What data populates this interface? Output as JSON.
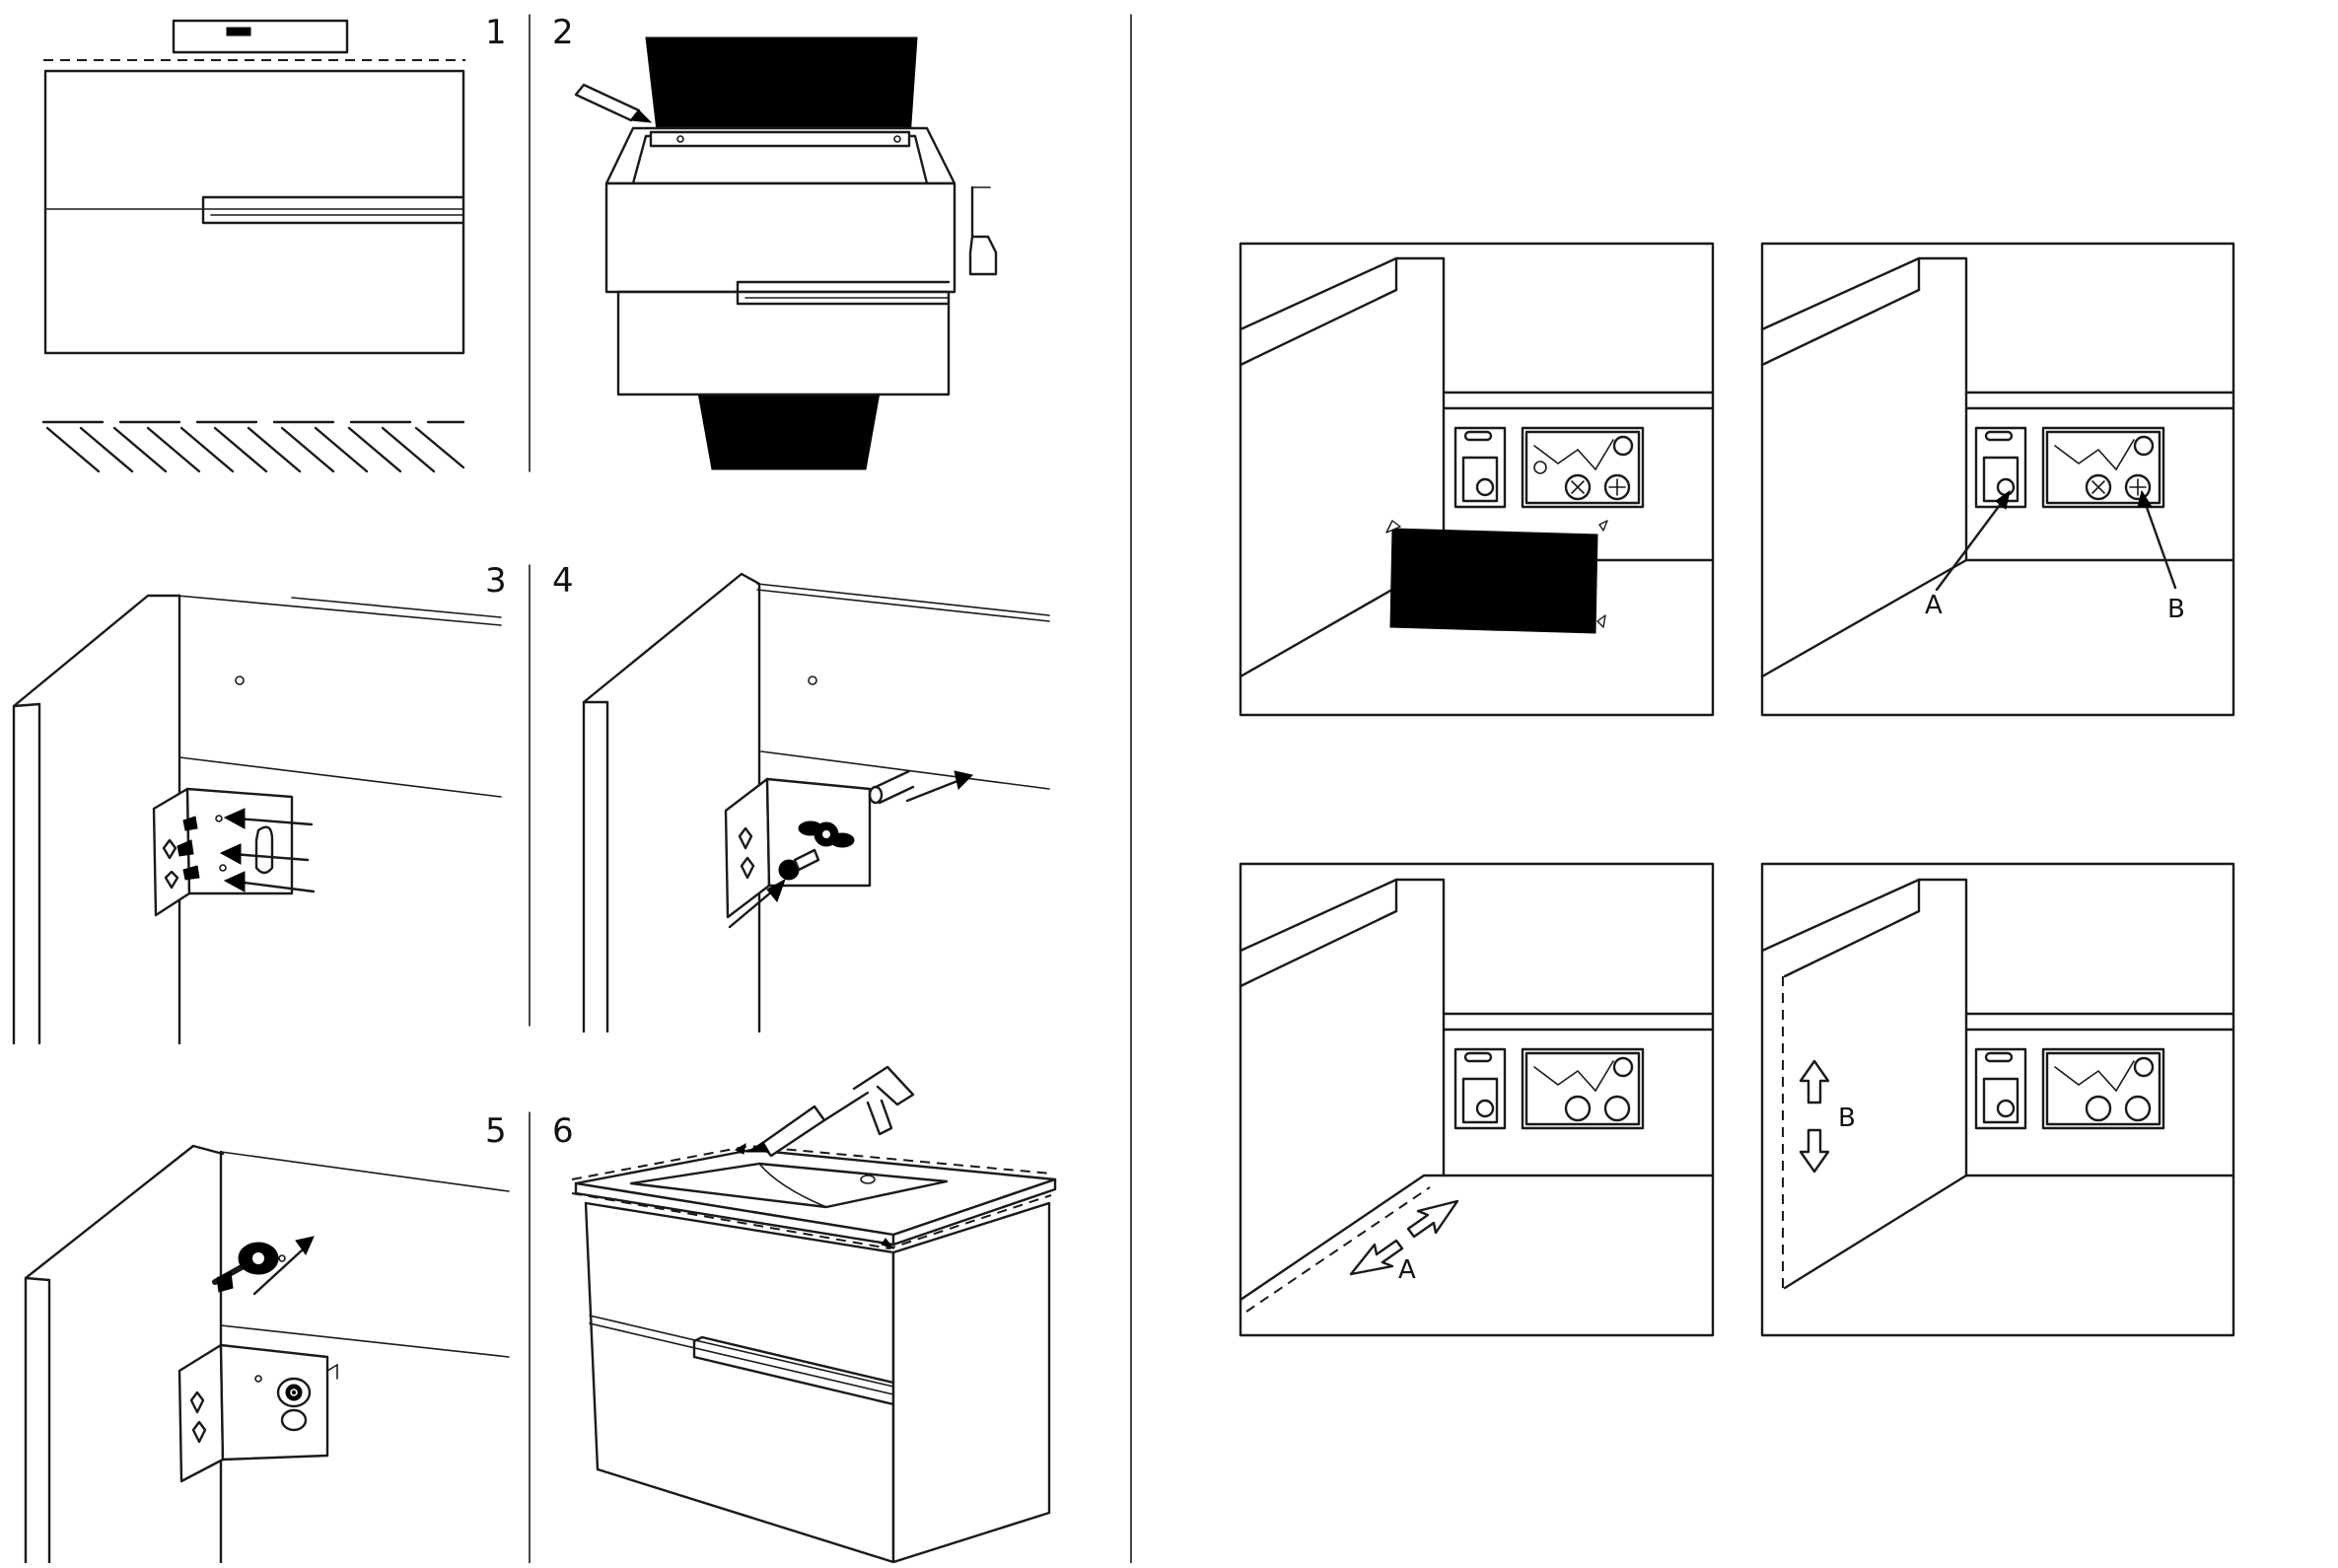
{
  "steps": [
    {
      "id": "step-1",
      "number": "1"
    },
    {
      "id": "step-2",
      "number": "2"
    },
    {
      "id": "step-3",
      "number": "3"
    },
    {
      "id": "step-4",
      "number": "4"
    },
    {
      "id": "step-5",
      "number": "5"
    },
    {
      "id": "step-6",
      "number": "6"
    }
  ],
  "adjustment_panels": {
    "panel_b_labels": {
      "a": "A",
      "b": "B"
    },
    "panel_c_labels": {
      "a": "A"
    },
    "panel_d_labels": {
      "b": "B"
    }
  },
  "colors": {
    "ink": "#1a1a1a",
    "paper": "#ffffff",
    "fill_black": "#000000"
  }
}
